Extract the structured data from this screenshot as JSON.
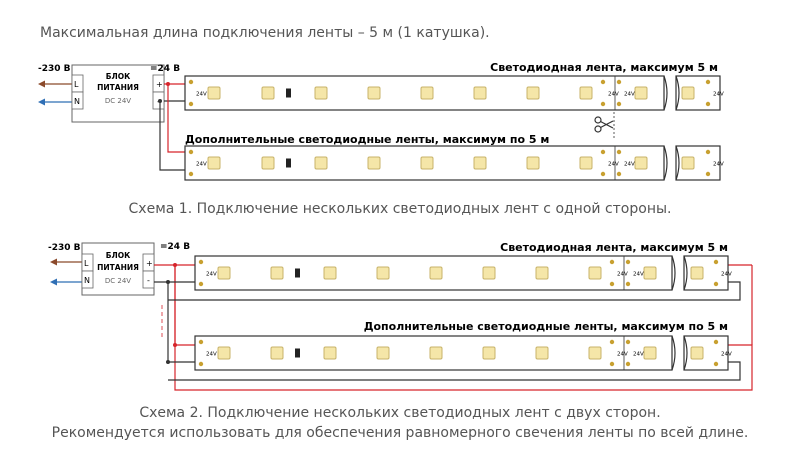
{
  "header": "Максимальная длина подключения ленты – 5 м (1 катушка).",
  "psu": {
    "line1": "БЛОК",
    "line2": "ПИТАНИЯ",
    "line3": "DC 24V",
    "L": "L",
    "N": "N",
    "plus": "+",
    "minus": "-"
  },
  "mains": "-230 В",
  "dc": "=24 В",
  "strip_label": "24V",
  "scheme1": {
    "strip1_title": "Светодиодная лента, максимум 5 м",
    "strip2_title": "Дополнительные светодиодные ленты, максимум по 5 м",
    "caption": "Схема 1. Подключение нескольких светодиодных лент с одной стороны."
  },
  "scheme2": {
    "strip1_title": "Светодиодная лента, максимум 5 м",
    "strip2_title": "Дополнительные светодиодные ленты, максимум по 5 м",
    "caption_line1": "Схема 2. Подключение нескольких светодиодных лент с двух сторон.",
    "caption_line2": "Рекомендуется использовать для обеспечения равномерного свечения ленты по всей длине."
  },
  "colors": {
    "plus_wire": "#d6242b",
    "minus_wire": "#333333",
    "mains_L": "#8b4a2b",
    "mains_N": "#2f6fb5",
    "led": "#f5e6a8",
    "led_border": "#c8b36a"
  }
}
